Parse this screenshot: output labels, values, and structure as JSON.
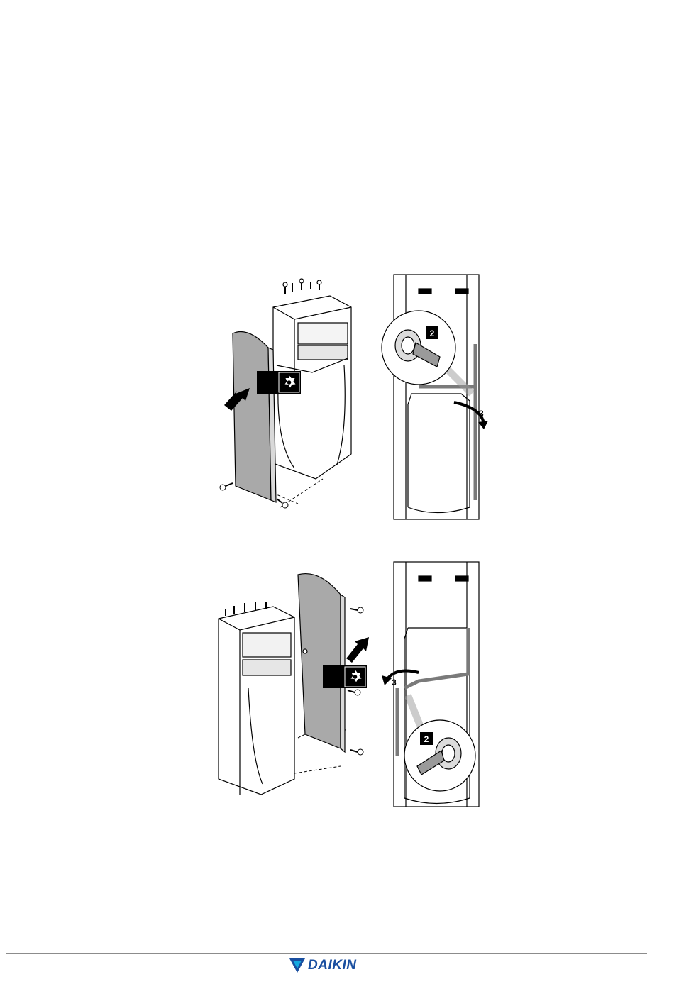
{
  "brand": {
    "logo_text": "DAIKIN",
    "logo_color": "#1a4fa0",
    "logo_mark_color": "#14a9e0"
  },
  "figure_a": {
    "step_label_2": "2",
    "step_label_3": "3",
    "icons": [
      "torx-screwdriver-icon",
      "pull-arrow-icon"
    ]
  },
  "figure_b": {
    "step_label_2": "2",
    "step_label_3": "3",
    "icons": [
      "torx-screwdriver-icon",
      "push-arrow-icon"
    ]
  }
}
